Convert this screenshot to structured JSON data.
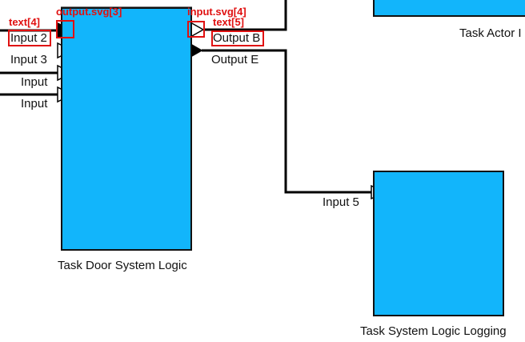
{
  "diagram": {
    "blocks": {
      "door_logic": {
        "title": "Task Door System Logic"
      },
      "logging": {
        "title": "Task System Logic Logging"
      },
      "actor": {
        "title": "Task Actor I"
      }
    },
    "ports": {
      "in_2": "Input 2",
      "in_3": "Input 3",
      "in_a": "Input",
      "in_b": "Input",
      "out_b": "Output B",
      "out_e": "Output E",
      "in_5": "Input 5"
    },
    "annotations": {
      "text4": "text[4]",
      "output_svg3": "output.svg[3]",
      "input_svg4": "input.svg[4]",
      "text5": "text[5]"
    },
    "colors": {
      "block_fill": "#12b5fb",
      "annotation": "#e01010",
      "wire": "#000000"
    }
  }
}
